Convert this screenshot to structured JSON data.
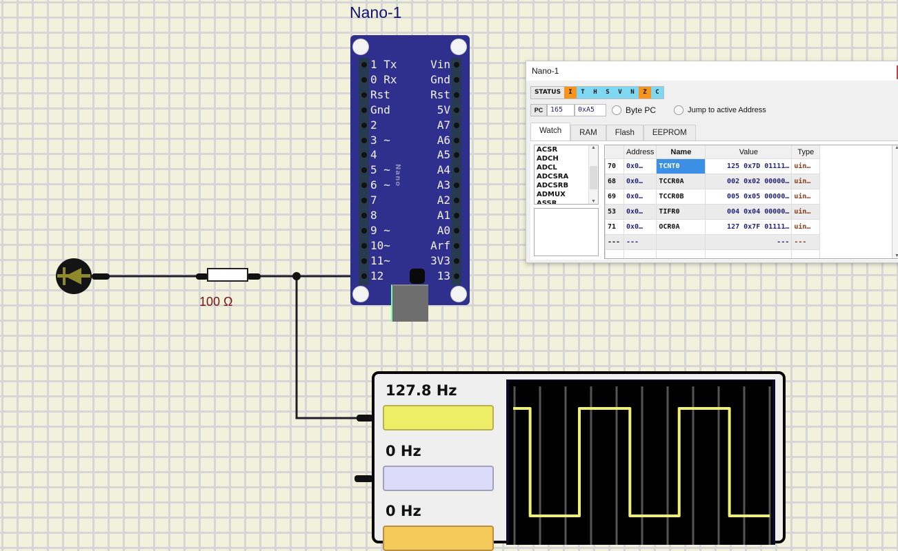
{
  "nano": {
    "title": "Nano-1",
    "board_text": "Nano",
    "left_pins": [
      "1 Tx",
      "0 Rx",
      "Rst",
      "Gnd",
      "2",
      "3 ~",
      "4",
      "5 ~",
      "6 ~",
      "7",
      "8",
      "9 ~",
      "10~",
      "11~",
      "12"
    ],
    "right_pins": [
      "Vin",
      "Gnd",
      "Rst",
      "5V",
      "A7",
      "A6",
      "A5",
      "A4",
      "A3",
      "A2",
      "A1",
      "A0",
      "Arf",
      "3V3",
      "13"
    ]
  },
  "resistor": {
    "label": "100 Ω"
  },
  "debugger": {
    "title": "Nano-1",
    "status": {
      "label": "STATUS",
      "flags": [
        {
          "name": "I",
          "set": true
        },
        {
          "name": "T",
          "set": false
        },
        {
          "name": "H",
          "set": false
        },
        {
          "name": "S",
          "set": false
        },
        {
          "name": "V",
          "set": false
        },
        {
          "name": "N",
          "set": false
        },
        {
          "name": "Z",
          "set": true
        },
        {
          "name": "C",
          "set": false
        }
      ],
      "set_color": "#f7941d",
      "clear_color": "#7fd8f2"
    },
    "pc": {
      "label": "PC",
      "dec": "165",
      "hex": "0xA5"
    },
    "byte_pc_label": "Byte PC",
    "jump_label": "Jump to active Address",
    "tabs": [
      "Watch",
      "RAM",
      "Flash",
      "EEPROM"
    ],
    "active_tab": "Watch",
    "registers": [
      "ACSR",
      "ADCH",
      "ADCL",
      "ADCSRA",
      "ADCSRB",
      "ADMUX",
      "ASSR"
    ],
    "table": {
      "headers": [
        "",
        "Address",
        "Name",
        "Value",
        "Type"
      ],
      "rows": [
        {
          "idx": "70",
          "addr": "0x0…",
          "name": "TCNT0",
          "value": "125 0x7D 01111…",
          "type": "uin…",
          "selected": true
        },
        {
          "idx": "68",
          "addr": "0x0…",
          "name": "TCCR0A",
          "value": "002 0x02 00000…",
          "type": "uin…"
        },
        {
          "idx": "69",
          "addr": "0x0…",
          "name": "TCCR0B",
          "value": "005 0x05 00000…",
          "type": "uin…"
        },
        {
          "idx": "53",
          "addr": "0x0…",
          "name": "TIFR0",
          "value": "004 0x04 00000…",
          "type": "uin…"
        },
        {
          "idx": "71",
          "addr": "0x0…",
          "name": "OCR0A",
          "value": "127 0x7F 01111…",
          "type": "uin…"
        },
        {
          "idx": "---",
          "addr": "---",
          "name": "",
          "value": "---",
          "type": "---"
        }
      ]
    }
  },
  "scope": {
    "channels": [
      {
        "freq": "127.8 Hz",
        "color": "#eeee66",
        "border": "#b8b050"
      },
      {
        "freq": "0 Hz",
        "color": "#dcdcfa",
        "border": "#a0a0b8"
      },
      {
        "freq": "0 Hz",
        "color": "#f5c95a",
        "border": "#b89040"
      }
    ],
    "trace_color": "#f0f070",
    "trace_levels": [
      1,
      1,
      0,
      0,
      1,
      1,
      0,
      0,
      1,
      1,
      0,
      0
    ],
    "trace_edges": [
      0,
      0.066,
      0.066,
      0.258,
      0.258,
      0.455,
      0.455,
      0.647,
      0.647,
      0.843,
      0.843,
      1.0
    ]
  }
}
